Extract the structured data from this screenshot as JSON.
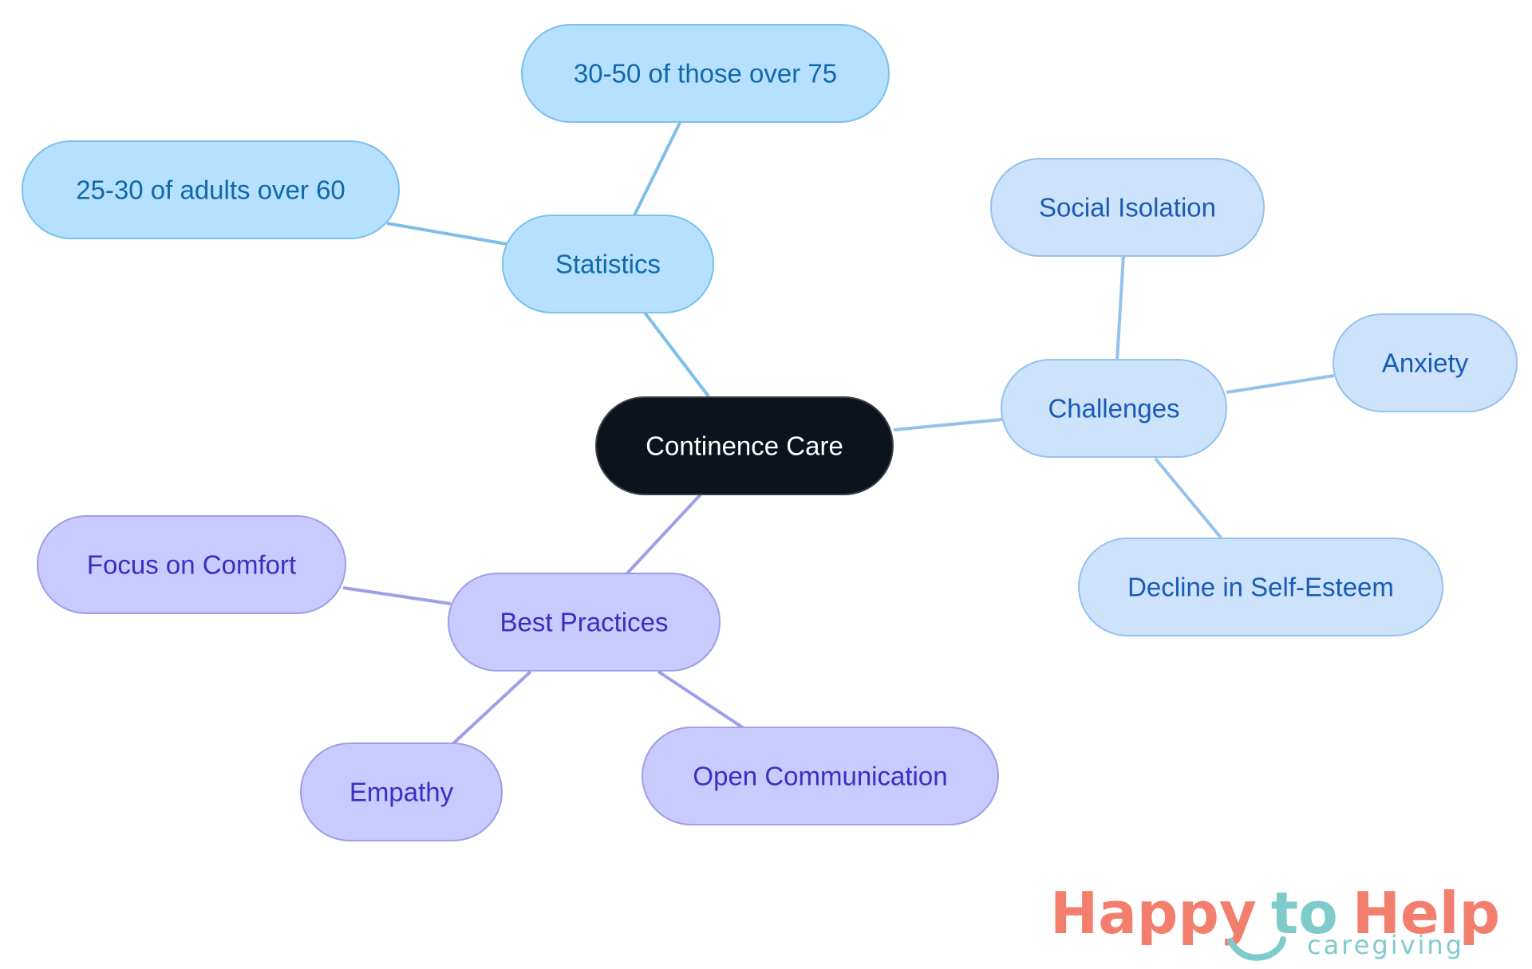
{
  "diagram": {
    "root": {
      "label": "Continence Care"
    },
    "branches": [
      {
        "label": "Statistics",
        "colors": {
          "fill": "#b5e0ff",
          "stroke": "#7cc0ea",
          "text": "#1268a8",
          "edge": "#7cc0ea"
        },
        "children": [
          {
            "label": "30-50 of those over 75"
          },
          {
            "label": "25-30 of adults over 60"
          }
        ]
      },
      {
        "label": "Challenges",
        "colors": {
          "fill": "#cde2fb",
          "stroke": "#95c1ec",
          "text": "#1a5bb5",
          "edge": "#95c1ec"
        },
        "children": [
          {
            "label": "Social Isolation"
          },
          {
            "label": "Anxiety"
          },
          {
            "label": "Decline in Self-Esteem"
          }
        ]
      },
      {
        "label": "Best Practices",
        "colors": {
          "fill": "#c9cafd",
          "stroke": "#9d9fe8",
          "text": "#3a2fc1",
          "edge": "#9d9fe8"
        },
        "children": [
          {
            "label": "Focus on Comfort"
          },
          {
            "label": "Empathy"
          },
          {
            "label": "Open Communication"
          }
        ]
      }
    ],
    "root_colors": {
      "fill": "#0d131c",
      "stroke": "#3a3f47",
      "text": "#ffffff"
    }
  },
  "logo": {
    "text_happy": "Happy",
    "text_to": "to",
    "text_help": "Help",
    "text_sub": "caregiving",
    "colors": {
      "coral": "#f27e6d",
      "teal": "#7fcbcc"
    }
  }
}
